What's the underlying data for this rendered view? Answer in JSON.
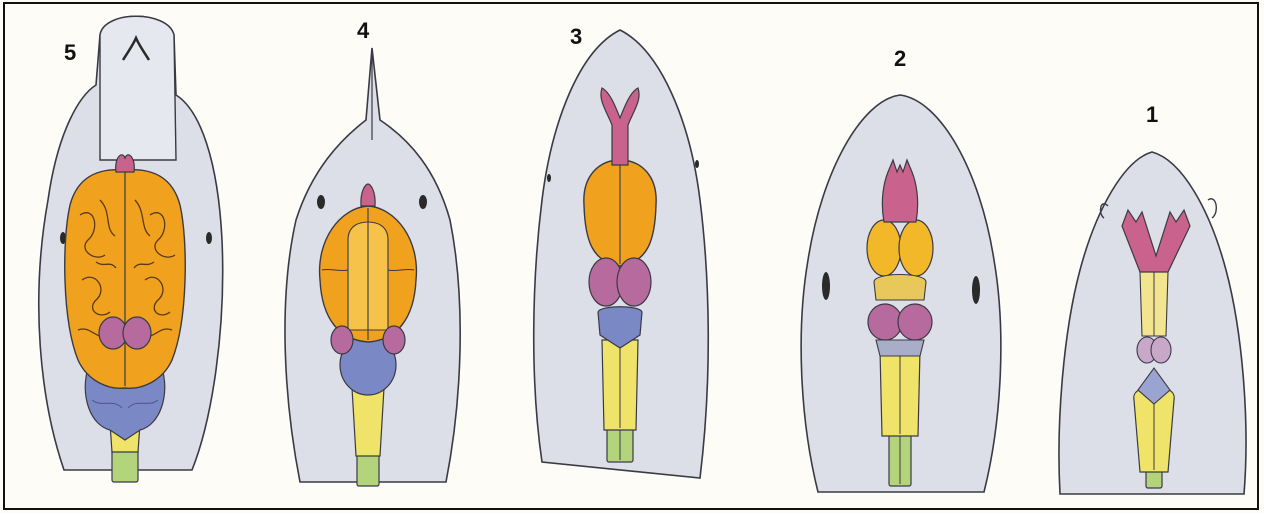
{
  "specimens": [
    {
      "id": "s5",
      "label": "5"
    },
    {
      "id": "s4",
      "label": "4"
    },
    {
      "id": "s3",
      "label": "3"
    },
    {
      "id": "s2",
      "label": "2"
    },
    {
      "id": "s1",
      "label": "1"
    }
  ],
  "colors": {
    "background": "#fdfcf7",
    "head": "#dcdee8",
    "outline": "#3a3a44",
    "frame": "#111111",
    "olfactory": "#c9638d",
    "cerebrum": "#f0a21e",
    "diencephalon": "#e8c85a",
    "midbrain": "#b66a9e",
    "cerebellum": "#7b88c6",
    "medulla": "#efe36a",
    "spinal_cord": "#b4d47c",
    "eye": "#2a2a2a",
    "gyri": "#5a3a1a"
  }
}
